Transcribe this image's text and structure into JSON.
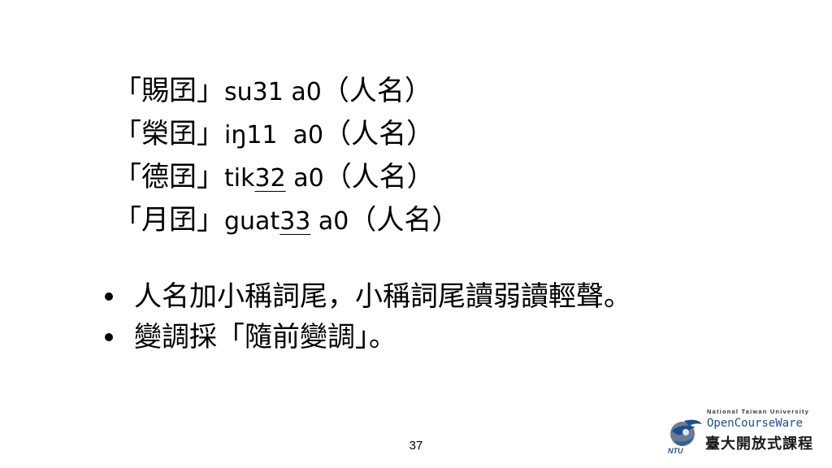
{
  "examples": [
    {
      "lquote": "「",
      "chars": "賜囝",
      "rquote": "」",
      "roman_pre": "su31 a0",
      "roman_ul": "",
      "roman_post": "",
      "gloss": "（人名）"
    },
    {
      "lquote": "「",
      "chars": "榮囝",
      "rquote": "」",
      "roman_pre": "iŋ11  a0",
      "roman_ul": "",
      "roman_post": "",
      "gloss": "（人名）"
    },
    {
      "lquote": "「",
      "chars": "德囝",
      "rquote": "」",
      "roman_pre": "tik",
      "roman_ul": "32",
      "roman_post": " a0",
      "gloss": "（人名）"
    },
    {
      "lquote": "「",
      "chars": "月囝",
      "rquote": "」",
      "roman_pre": "guat",
      "roman_ul": "33",
      "roman_post": " a0",
      "gloss": "（人名）"
    }
  ],
  "bullets": [
    "人名加小稱詞尾，小稱詞尾讀弱讀輕聲。",
    "變調採「隨前變調」。"
  ],
  "page_number": "37",
  "logo": {
    "university": "National Taiwan University",
    "ocw": "OpenCourseWare",
    "zh": "臺大開放式課程",
    "ntu": "NTU",
    "colors": {
      "blue": "#1f4e8c",
      "dark": "#1a1a1a"
    }
  }
}
